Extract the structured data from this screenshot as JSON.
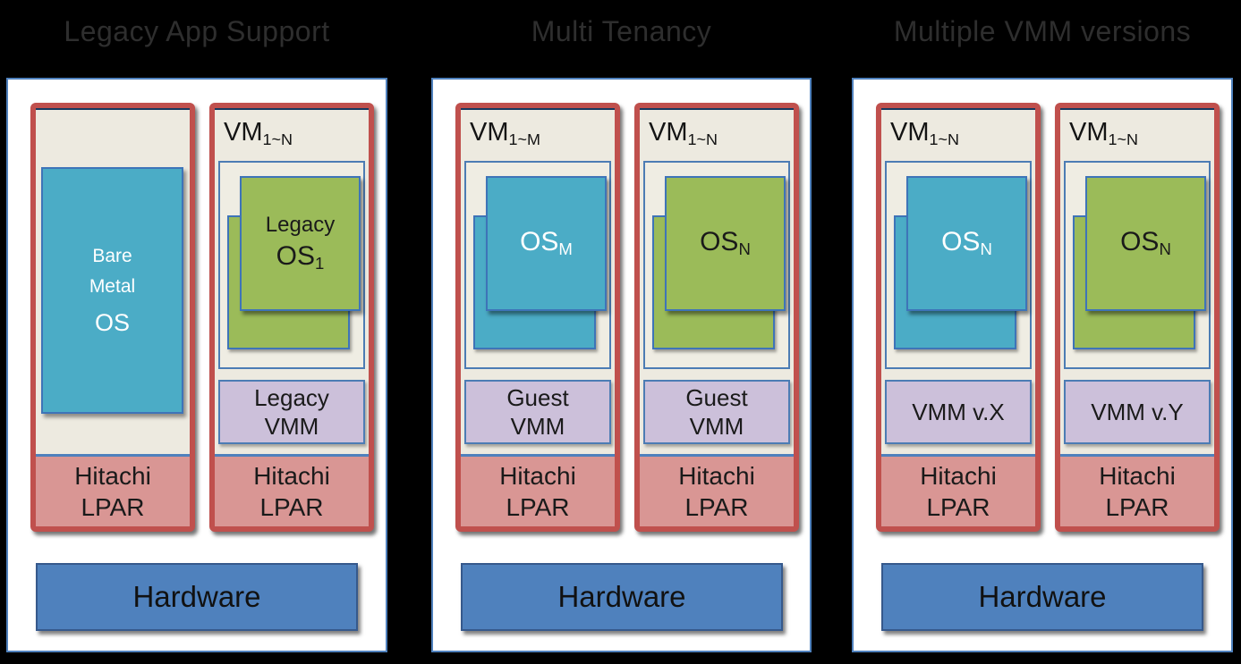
{
  "colors": {
    "background": "#000000",
    "panel_background": "#FFFFFF",
    "panel_border_blue": "#4F81BD",
    "partition_red_border": "#C0504D",
    "partition_cream_fill": "#EDEAE0",
    "os_teal": "#4BACC6",
    "os_green": "#9BBB59",
    "vmm_lavender": "#CCC0DA",
    "lpar_pink": "#D99694",
    "hardware_blue": "#4F81BD",
    "title_text": "#2E2E2E"
  },
  "panels": [
    {
      "title": "Legacy App Support",
      "columns": [
        {
          "kind": "bare-metal",
          "os": {
            "line1": "Bare",
            "line2": "Metal",
            "big": "OS"
          },
          "lpar": {
            "line1": "Hitachi",
            "line2": "LPAR"
          }
        },
        {
          "kind": "vm-stack",
          "vm": {
            "base": "VM",
            "sub": "1~N"
          },
          "os": {
            "color": "green",
            "line1": "Legacy",
            "base": "OS",
            "sub": "1"
          },
          "vmm": {
            "line1": "Legacy",
            "line2": "VMM"
          },
          "lpar": {
            "line1": "Hitachi",
            "line2": "LPAR"
          }
        }
      ],
      "hardware": "Hardware"
    },
    {
      "title": "Multi Tenancy",
      "columns": [
        {
          "kind": "vm-stack",
          "vm": {
            "base": "VM",
            "sub": "1~M"
          },
          "os": {
            "color": "teal",
            "base": "OS",
            "sub": "M"
          },
          "vmm": {
            "line1": "Guest",
            "line2": "VMM"
          },
          "lpar": {
            "line1": "Hitachi",
            "line2": "LPAR"
          }
        },
        {
          "kind": "vm-stack",
          "vm": {
            "base": "VM",
            "sub": "1~N"
          },
          "os": {
            "color": "green",
            "base": "OS",
            "sub": "N"
          },
          "vmm": {
            "line1": "Guest",
            "line2": "VMM"
          },
          "lpar": {
            "line1": "Hitachi",
            "line2": "LPAR"
          }
        }
      ],
      "hardware": "Hardware"
    },
    {
      "title": "Multiple VMM versions",
      "columns": [
        {
          "kind": "vm-stack",
          "vm": {
            "base": "VM",
            "sub": "1~N"
          },
          "os": {
            "color": "teal",
            "base": "OS",
            "sub": "N"
          },
          "vmm": {
            "line1": "VMM v.X"
          },
          "lpar": {
            "line1": "Hitachi",
            "line2": "LPAR"
          }
        },
        {
          "kind": "vm-stack",
          "vm": {
            "base": "VM",
            "sub": "1~N"
          },
          "os": {
            "color": "green",
            "base": "OS",
            "sub": "N"
          },
          "vmm": {
            "line1": "VMM v.Y"
          },
          "lpar": {
            "line1": "Hitachi",
            "line2": "LPAR"
          }
        }
      ],
      "hardware": "Hardware"
    }
  ]
}
